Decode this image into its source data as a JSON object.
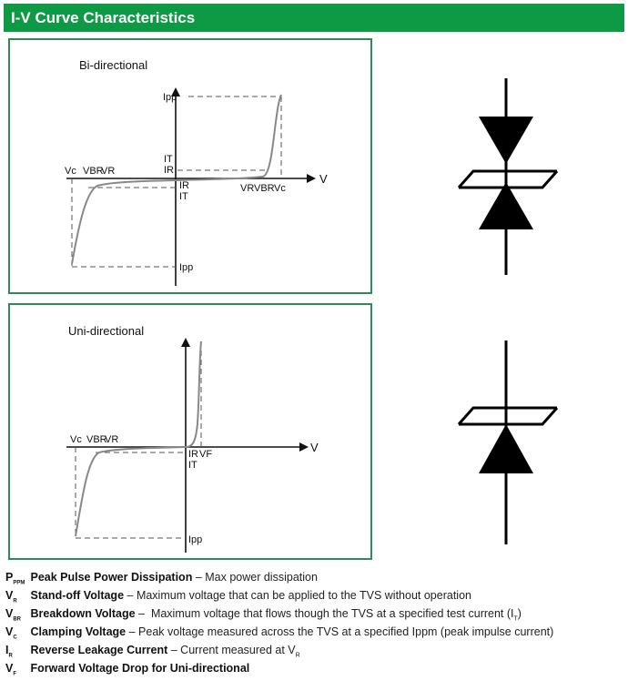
{
  "header": {
    "title": "I-V Curve Characteristics"
  },
  "bi": {
    "title": "Bi-directional",
    "labels": {
      "ipp_top": "Ipp",
      "it_top": "IT",
      "ir_top": "IR",
      "v_axis": "V",
      "vc_left": "Vc",
      "vbr_left": "VBR",
      "vr_left": "VR",
      "ir_bottom": "IR",
      "it_bottom": "IT",
      "vr_right": "VR",
      "vbr_right": "VBR",
      "vc_right": "Vc",
      "ipp_bottom": "Ipp"
    }
  },
  "uni": {
    "title": "Uni-directional",
    "labels": {
      "vc_left": "Vc",
      "vbr_left": "VBR",
      "vr_left": "VR",
      "v_axis": "V",
      "ir": "IR",
      "vf": "VF",
      "it": "IT",
      "ipp_bottom": "Ipp"
    }
  },
  "definitions": [
    {
      "sym": "P",
      "sub": "PPM",
      "term": "Peak Pulse Power Dissipation",
      "sep": " – ",
      "text": "Max power dissipation",
      "text_sub": "",
      "text_end": ""
    },
    {
      "sym": "V",
      "sub": "R",
      "term": "Stand-off Voltage",
      "sep": " – ",
      "text": "Maximum voltage that can be applied to the TVS without operation",
      "text_sub": "",
      "text_end": ""
    },
    {
      "sym": "V",
      "sub": "BR",
      "term": "Breakdown Voltage",
      "sep": " –  ",
      "text": "Maximum voltage that flows though the TVS at a specified test current (I",
      "text_sub": "T",
      "text_end": ")"
    },
    {
      "sym": "V",
      "sub": "C",
      "term": "Clamping Voltage",
      "sep": " – ",
      "text": "Peak voltage measured across the TVS at a specified Ippm (peak impulse current)",
      "text_sub": "",
      "text_end": ""
    },
    {
      "sym": "I",
      "sub": "R",
      "term": "Reverse Leakage Current",
      "sep": " – ",
      "text": "Current measured at V",
      "text_sub": "R",
      "text_end": ""
    },
    {
      "sym": "V",
      "sub": "F",
      "term": "Forward Voltage Drop for Uni-directional",
      "sep": "",
      "text": "",
      "text_sub": "",
      "text_end": ""
    }
  ]
}
